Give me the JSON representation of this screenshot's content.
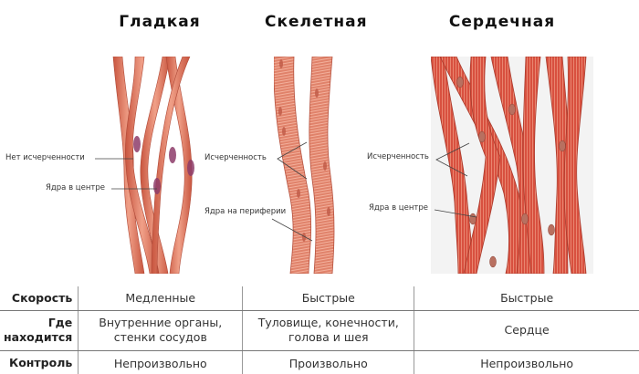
{
  "titles": [
    "Гладкая",
    "Скелетная",
    "Сердечная"
  ],
  "labels": {
    "smooth": {
      "no_striation": "Нет исчерченности",
      "nuclei": "Ядра в центре"
    },
    "skeletal": {
      "striation": "Исчерченность",
      "nuclei": "Ядра на периферии"
    },
    "cardiac": {
      "striation": "Исчерченность",
      "nuclei": "Ядра в центре"
    }
  },
  "table": {
    "rows": [
      {
        "header": "Скорость",
        "cells": [
          "Медленные",
          "Быстрые",
          "Быстрые"
        ]
      },
      {
        "header_lines": [
          "Где",
          "находится"
        ],
        "cells_lines": [
          [
            "Внутренние органы,",
            "стенки сосудов"
          ],
          [
            "Туловище, конечности,",
            "голова и шея"
          ],
          [
            "Сердце"
          ]
        ]
      },
      {
        "header": "Контроль",
        "cells": [
          "Непроизвольно",
          "Произвольно",
          "Непроизвольно"
        ]
      }
    ]
  },
  "colors": {
    "muscle_base": "#e07a62",
    "muscle_dark": "#c0493a",
    "muscle_light": "#f2a48c",
    "nucleus_smooth": "#8e3d6a",
    "nucleus_other": "#a2584a",
    "cardiac_base": "#d8503f"
  }
}
